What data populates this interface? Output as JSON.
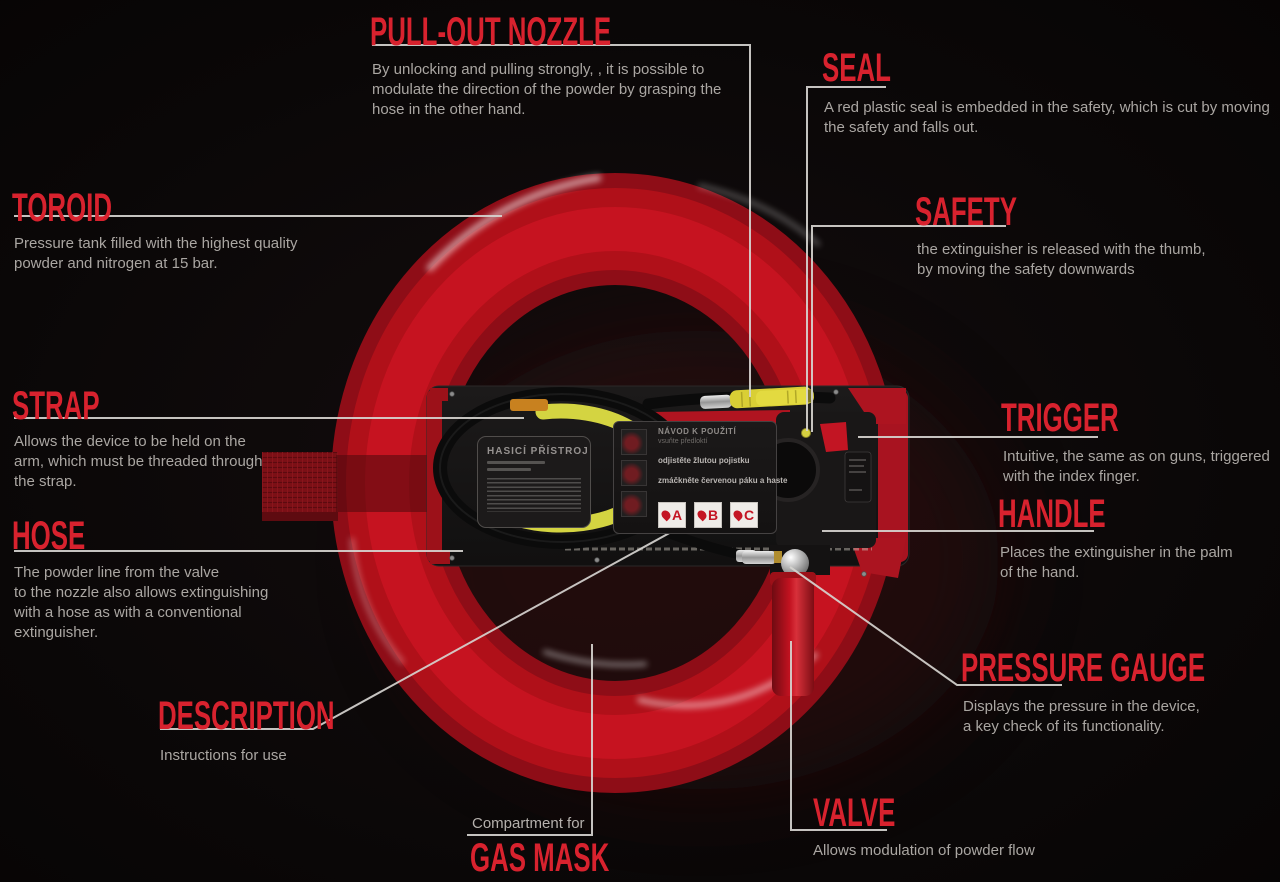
{
  "diagram_title": "Toroid fire extinguisher parts diagram",
  "colors": {
    "accent_red": "#d8222e",
    "body_text": "#aaa6a2",
    "leader_line": "#d6d4d0",
    "torus_red": "#b8101d",
    "hose_yellow": "#d6d63c",
    "background": "#0a0707"
  },
  "callouts": {
    "pull_out_nozzle": {
      "title": "PULL-OUT NOZZLE",
      "body": "By unlocking and pulling strongly, , it is possible to\nmodulate the direction of the powder by grasping the\nhose in the other hand."
    },
    "seal": {
      "title": "SEAL",
      "body": "A red plastic seal is embedded in the safety, which is cut by moving\nthe safety and falls out."
    },
    "toroid": {
      "title": "TOROID",
      "body": "Pressure tank filled with the highest quality\npowder and nitrogen at 15 bar."
    },
    "safety": {
      "title": "SAFETY",
      "body": "the extinguisher is released with the thumb,\nby moving the safety downwards"
    },
    "strap": {
      "title": "STRAP",
      "body": "Allows the device to be held on the\narm, which must be threaded through\nthe strap."
    },
    "trigger": {
      "title": "TRIGGER",
      "body": "Intuitive, the same as on guns, triggered\nwith the index finger."
    },
    "handle": {
      "title": "HANDLE",
      "body": "Places the extinguisher in the palm\nof the hand."
    },
    "hose": {
      "title": "HOSE",
      "body": "The powder line from the valve\nto the nozzle also allows extinguishing\nwith a hose as with a conventional\nextinguisher."
    },
    "pressure_gauge": {
      "title": "PRESSURE GAUGE",
      "body": "Displays the pressure in the device,\na key check of its functionality."
    },
    "description": {
      "title": "DESCRIPTION",
      "body": "Instructions for use"
    },
    "valve": {
      "title": "VALVE",
      "body": "Allows modulation of powder flow"
    },
    "gas_mask": {
      "pre": "Compartment for",
      "title": "GAS MASK"
    }
  },
  "device": {
    "nameplate_title": "HASICÍ PŘÍSTROJ",
    "manual": {
      "title": "NÁVOD K POUŽITÍ",
      "subtitle": "vsuňte předloktí",
      "step_yellow": "odjistěte žlutou pojistku",
      "step_red": "zmáčkněte červenou páku a haste",
      "fire_classes": [
        "A",
        "B",
        "C"
      ]
    }
  }
}
